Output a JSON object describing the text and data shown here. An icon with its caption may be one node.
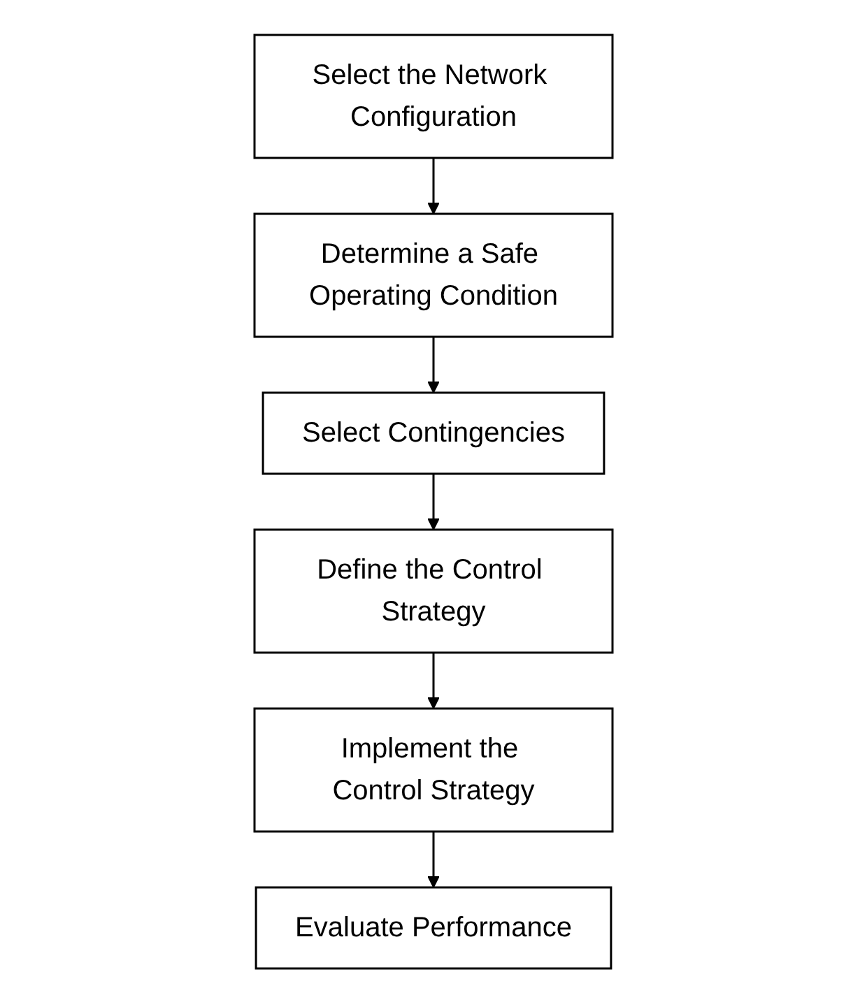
{
  "diagram": {
    "nodes": [
      {
        "text": [
          "Select the Network Configuration"
        ]
      },
      {
        "text": [
          "Determine a Safe Operating Condition"
        ]
      },
      {
        "text": [
          "Select Contingencies"
        ]
      },
      {
        "text": [
          "Define the Control Strategy"
        ]
      },
      {
        "text": [
          "Implement the Control Strategy"
        ]
      },
      {
        "text": [
          "Evaluate Performance"
        ]
      }
    ],
    "edges": [
      {
        "from": 0,
        "to": 1,
        "arrow": "to"
      },
      {
        "from": 1,
        "to": 2,
        "arrow": "to"
      },
      {
        "from": 2,
        "to": 3,
        "arrow": "to"
      },
      {
        "from": 3,
        "to": 4,
        "arrow": "to"
      },
      {
        "from": 4,
        "to": 5,
        "arrow": "to"
      }
    ]
  }
}
